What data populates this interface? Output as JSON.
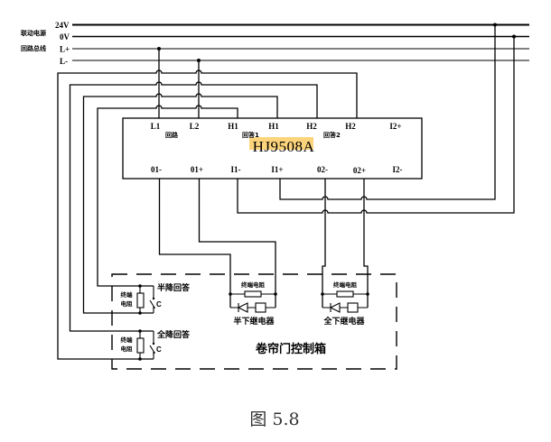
{
  "bus": {
    "power_label": "联动电源",
    "loop_label": "回路总线",
    "lines": [
      "24V",
      "0V",
      "L+",
      "L-"
    ]
  },
  "module": {
    "model": "HJ9508A",
    "top_pins": [
      "L1",
      "L2",
      "H1",
      "H1",
      "H2",
      "H2",
      "I2+"
    ],
    "group_labels": [
      "回路",
      "回答1",
      "回答2"
    ],
    "bottom_pins": [
      "01-",
      "01+",
      "I1-",
      "I1+",
      "02-",
      "02+",
      "I2-"
    ]
  },
  "control_box": {
    "title": "卷帘门控制箱",
    "terminal_resistor": "终端电阻",
    "terminal_resistor_lines": [
      "终端",
      "电阻"
    ],
    "feedback_half": "半降回答",
    "feedback_full": "全降回答",
    "switch_label": "C",
    "relay_half": "半下继电器",
    "relay_full": "全下继电器"
  },
  "caption": "图 5.8",
  "colors": {
    "highlight": "#fcd47c",
    "line": "#000000",
    "caption": "#333333"
  }
}
